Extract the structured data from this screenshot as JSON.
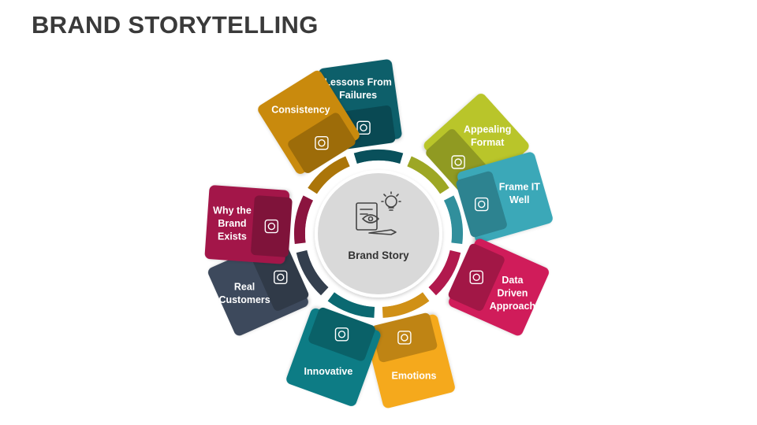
{
  "title": "BRAND STORYTELLING",
  "center": {
    "label": "Brand Story",
    "icon": "brand-story-icon"
  },
  "segments": [
    {
      "lines": [
        "Lessons From",
        "Failures"
      ],
      "color": "#0b5e6b",
      "icon": "presentation-icon"
    },
    {
      "lines": [
        "Appealing",
        "Format"
      ],
      "color": "#b9c52c",
      "icon": "people-hearts-icon"
    },
    {
      "lines": [
        "Frame IT",
        "Well"
      ],
      "color": "#3aa8b8",
      "icon": "focus-frame-icon"
    },
    {
      "lines": [
        "Data",
        "Driven",
        "Approach"
      ],
      "color": "#d01d5a",
      "icon": "data-target-icon"
    },
    {
      "lines": [
        "Emotions"
      ],
      "color": "#f5a91a",
      "icon": "emotions-icon"
    },
    {
      "lines": [
        "Innovative"
      ],
      "color": "#0d7c85",
      "icon": "brain-gear-icon"
    },
    {
      "lines": [
        "Real",
        "Customers"
      ],
      "color": "#3d4a5c",
      "icon": "customers-icon"
    },
    {
      "lines": [
        "Why the",
        "Brand",
        "Exists"
      ],
      "color": "#a3184a",
      "icon": "idea-document-icon"
    },
    {
      "lines": [
        "Consistency"
      ],
      "color": "#c98a0b",
      "icon": "cycle-icon"
    }
  ]
}
